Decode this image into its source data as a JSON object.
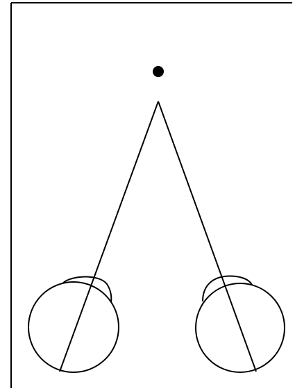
{
  "diagram": {
    "stroke_color": "#000000",
    "fill_color": "#ffffff",
    "background": "#ffffff",
    "elements": [
      "frame",
      "fixation-point",
      "left-eye",
      "right-eye",
      "left-line-of-sight",
      "right-line-of-sight"
    ]
  }
}
